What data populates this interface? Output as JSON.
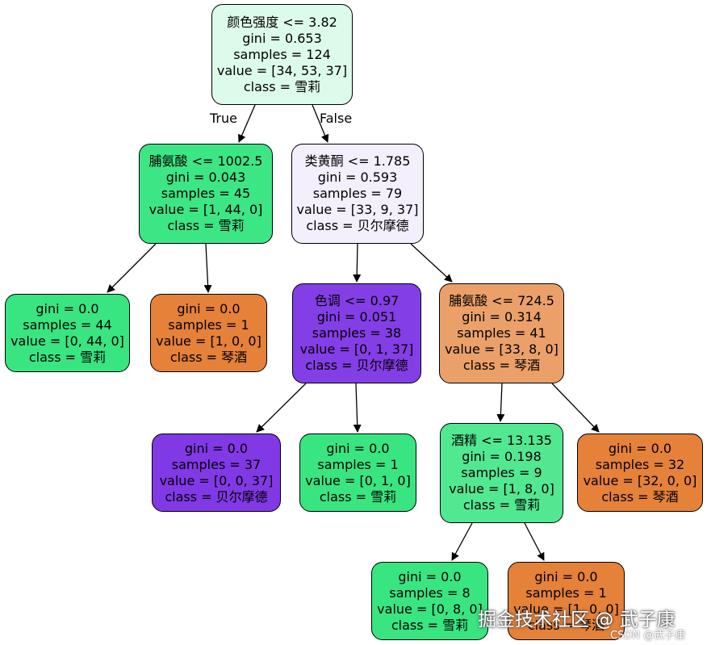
{
  "edge_labels": {
    "true_label": "True",
    "false_label": "False"
  },
  "colors": {
    "class_雪莉": "#39e581",
    "class_琴酒": "#e58139",
    "class_贝尔摩德": "#8139e5"
  },
  "nodes": {
    "n0": {
      "lines": [
        "颜色强度 <= 3.82",
        "gini = 0.653",
        "samples = 124",
        "value = [34, 53, 37]",
        "class = 雪莉"
      ],
      "fill": "#ddfbea"
    },
    "n1": {
      "lines": [
        "脯氨酸 <= 1002.5",
        "gini = 0.043",
        "samples = 45",
        "value = [1, 44, 0]",
        "class = 雪莉"
      ],
      "fill": "#3de684"
    },
    "n2": {
      "lines": [
        "类黄酮 <= 1.785",
        "gini = 0.593",
        "samples = 79",
        "value = [33, 9, 37]",
        "class = 贝尔摩德"
      ],
      "fill": "#f3effd"
    },
    "n3": {
      "lines": [
        "gini = 0.0",
        "samples = 44",
        "value = [0, 44, 0]",
        "class = 雪莉"
      ],
      "fill": "#39e581"
    },
    "n4": {
      "lines": [
        "gini = 0.0",
        "samples = 1",
        "value = [1, 0, 0]",
        "class = 琴酒"
      ],
      "fill": "#e58139"
    },
    "n5": {
      "lines": [
        "色调 <= 0.97",
        "gini = 0.051",
        "samples = 38",
        "value = [0, 1, 37]",
        "class = 贝尔摩德"
      ],
      "fill": "#843ee6"
    },
    "n6": {
      "lines": [
        "脯氨酸 <= 724.5",
        "gini = 0.314",
        "samples = 41",
        "value = [33, 8, 0]",
        "class = 琴酒"
      ],
      "fill": "#eba069"
    },
    "n7": {
      "lines": [
        "gini = 0.0",
        "samples = 37",
        "value = [0, 0, 37]",
        "class = 贝尔摩德"
      ],
      "fill": "#8139e5"
    },
    "n8": {
      "lines": [
        "gini = 0.0",
        "samples = 1",
        "value = [0, 1, 0]",
        "class = 雪莉"
      ],
      "fill": "#39e581"
    },
    "n9": {
      "lines": [
        "酒精 <= 13.135",
        "gini = 0.198",
        "samples = 9",
        "value = [1, 8, 0]",
        "class = 雪莉"
      ],
      "fill": "#52e891"
    },
    "n10": {
      "lines": [
        "gini = 0.0",
        "samples = 32",
        "value = [32, 0, 0]",
        "class = 琴酒"
      ],
      "fill": "#e58139"
    },
    "n11": {
      "lines": [
        "gini = 0.0",
        "samples = 8",
        "value = [0, 8, 0]",
        "class = 雪莉"
      ],
      "fill": "#39e581"
    },
    "n12": {
      "lines": [
        "gini = 0.0",
        "samples = 1",
        "value = [1, 0, 0]",
        "class = 琴酒"
      ],
      "fill": "#e58139"
    }
  },
  "watermark": {
    "main": "掘金技术社区 @ 武子康",
    "sub": "CSDN @武子康"
  }
}
